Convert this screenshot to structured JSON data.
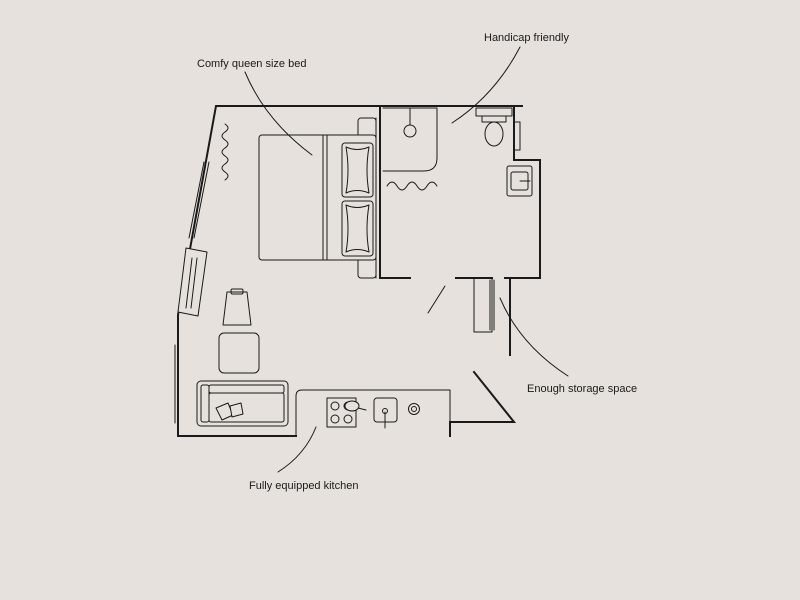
{
  "floorplan": {
    "annotations": {
      "bed": "Comfy queen size bed",
      "bathroom": "Handicap friendly",
      "storage": "Enough storage space",
      "kitchen": "Fully equipped kitchen"
    }
  },
  "colors": {
    "background": "#e6e1dc",
    "lines": "#1a1a1a"
  }
}
